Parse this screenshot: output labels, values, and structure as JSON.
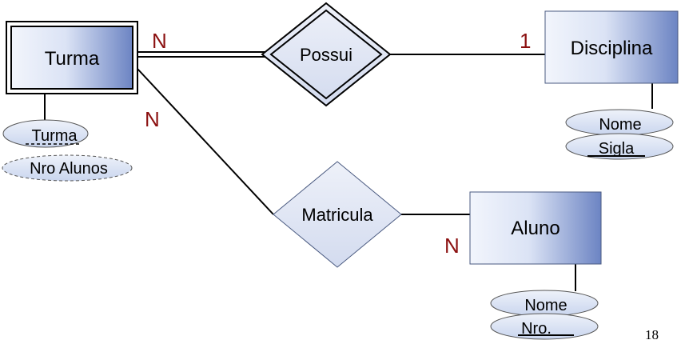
{
  "diagram": {
    "entities": {
      "turma": "Turma",
      "disciplina": "Disciplina",
      "aluno": "Aluno"
    },
    "relationships": {
      "possui": "Possui",
      "matricula": "Matricula"
    },
    "attributes": {
      "turma_key": "Turma",
      "turma_nro_alunos": "Nro Alunos",
      "disciplina_nome": "Nome",
      "disciplina_sigla": "Sigla",
      "aluno_nome": "Nome",
      "aluno_nro": "Nro."
    },
    "cardinalities": {
      "turma_possui": "N",
      "disciplina_possui": "1",
      "turma_matricula": "N",
      "aluno_matricula": "N"
    },
    "colors": {
      "cardinality": "#8b1010",
      "entity_fill_light": "#eef2fb",
      "entity_fill_dark": "#6d85c4",
      "attribute_fill": "#dde5f5",
      "relationship_fill": "#e4e9f5"
    }
  },
  "page_number": "18"
}
